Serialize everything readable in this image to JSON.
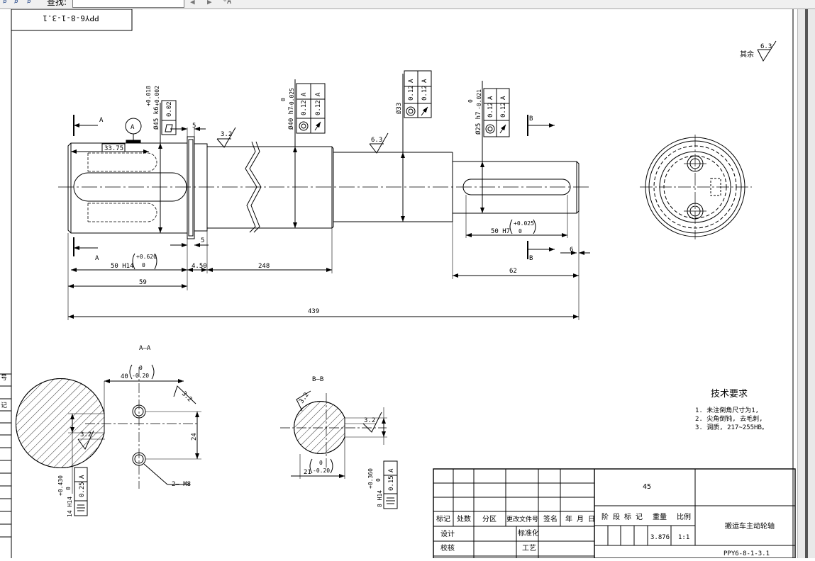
{
  "toolbar": {
    "find_label": "查找:",
    "find_value": "",
    "icons": [
      "zoom-in-icon",
      "zoom-out-icon",
      "zoom-icon",
      "prev-icon",
      "next-icon",
      "match-case-icon"
    ],
    "match_case_glyph": "ᵃA"
  },
  "drawing": {
    "rotated_code": "PPY6-8-1-3.1",
    "roughness_other_label": "其余",
    "roughness_other_value": "6.3",
    "section_A_marker": "A",
    "section_B_marker": "B",
    "datum_A": "A",
    "dims": {
      "d_33_75": "33.75",
      "d_5_top": "5",
      "d_5_bottom": "5",
      "d_4_50": "4.50",
      "d_248": "248",
      "d_59": "59",
      "d_439": "439",
      "d_62": "62",
      "d_6": "6",
      "d_50_h14": "50 H14",
      "d_50_h14_tol_up": "+0.620",
      "d_50_h14_tol_lo": "0",
      "d_50_h7": "50 H7",
      "d_50_h7_tol_up": "+0.025",
      "d_50_h7_tol_lo": "0",
      "dia_45_k6": "Ø45 k6",
      "dia_45_tol_up": "+0.018",
      "dia_45_tol_lo": "+0.002",
      "dia_40_h7": "Ø40 h7",
      "dia_40_tol_up": "0",
      "dia_40_tol_lo": "-0.025",
      "dia_33": "Ø33",
      "dia_25_h7": "Ø25 h7",
      "dia_25_tol_up": "0",
      "dia_25_tol_lo": "-0.021"
    },
    "roughness": {
      "r1": "3.2",
      "r2": "6.3"
    },
    "gdt": {
      "flatness_val": "0.02",
      "tol_012": "0.12",
      "A": "A"
    },
    "section_AA": {
      "title": "A—A",
      "dim_40": "40",
      "dim_40_tol_up": "0",
      "dim_40_tol_lo": "-0.20",
      "dim_24": "24",
      "thread": "2— M8",
      "rough": "3.2",
      "rough2": "3.2",
      "dim_14_h14": "14 H14",
      "dim_14_tol_up": "+0.430",
      "dim_14_tol_lo": "0",
      "sym_val": "0.25",
      "sym_A": "A"
    },
    "section_BB": {
      "title": "B—B",
      "dim_21": "21",
      "dim_21_tol_up": "0",
      "dim_21_tol_lo": "-0.20",
      "rough1": "3.2",
      "rough2": "3.2",
      "dim_8_h14": "8 H14",
      "dim_8_tol_up": "+0.360",
      "dim_8_tol_lo": "0",
      "sym_val": "0.15",
      "sym_A": "A"
    },
    "tech_req": {
      "title": "技术要求",
      "items": [
        "1. 未注倒角尺寸为1,",
        "2. 尖角倒钝, 去毛刺,",
        "3. 调质, 217~255HB。"
      ]
    },
    "title_block": {
      "material": "45",
      "h_mark": "标记",
      "h_count": "处数",
      "h_zone": "分区",
      "h_doc": "更改文件号",
      "h_sign": "签名",
      "h_date": "年 月 日",
      "h_stage": "阶 段 标 记",
      "h_weight": "重量",
      "h_scale": "比例",
      "design": "设计",
      "standard": "标准化",
      "check": "校核",
      "process": "工艺",
      "weight": "3.876",
      "scale": "1:1",
      "part_name": "搬运车主动轮轴",
      "code": "PPY6-8-1-3.1"
    },
    "left_edge_glyphs": [
      "号",
      "记"
    ]
  }
}
